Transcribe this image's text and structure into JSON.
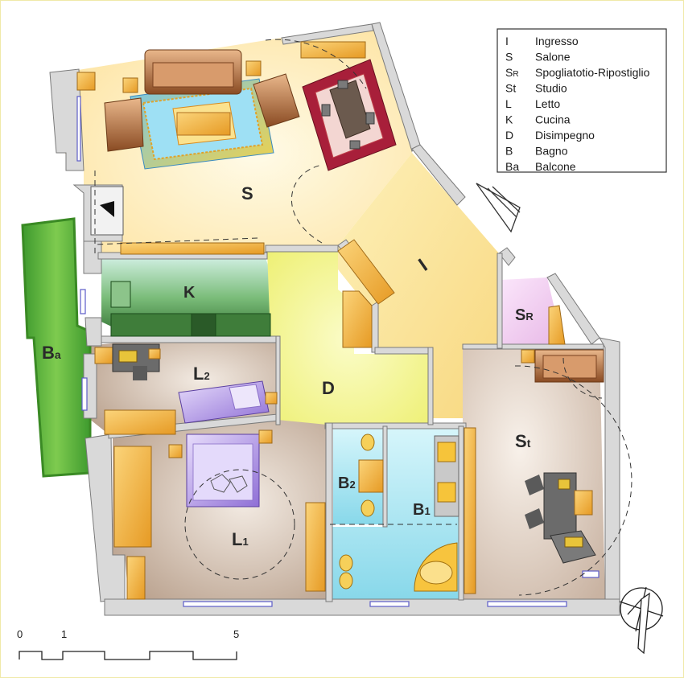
{
  "rooms": {
    "S": "S",
    "K": "K",
    "I": "I",
    "SR_main": "S",
    "SR_sub": "R",
    "L2_main": "L",
    "L2_sub": "2",
    "D": "D",
    "St_main": "S",
    "St_sub": "t",
    "B2_main": "B",
    "B2_sub": "2",
    "B1_main": "B",
    "B1_sub": "1",
    "L1_main": "L",
    "L1_sub": "1",
    "Ba_main": "B",
    "Ba_sub": "a"
  },
  "legend": [
    {
      "code": "I",
      "code_sub": "",
      "name": "Ingresso"
    },
    {
      "code": "S",
      "code_sub": "",
      "name": "Salone"
    },
    {
      "code": "S",
      "code_sub": "R",
      "name": "Spogliatotio-Ripostiglio"
    },
    {
      "code": "St",
      "code_sub": "",
      "name": "Studio"
    },
    {
      "code": "L",
      "code_sub": "",
      "name": "Letto"
    },
    {
      "code": "K",
      "code_sub": "",
      "name": "Cucina"
    },
    {
      "code": "D",
      "code_sub": "",
      "name": "Disimpegno"
    },
    {
      "code": "B",
      "code_sub": "",
      "name": "Bagno"
    },
    {
      "code": "Ba",
      "code_sub": "",
      "name": "Balcone"
    }
  ],
  "scale": {
    "t0": "0",
    "t1": "1",
    "t5": "5"
  },
  "colors": {
    "salone": "#fde9a8",
    "ingresso": "#fbe28e",
    "disimpegno": "#f4f48a",
    "cucina": "#3f7d3a",
    "balcone": "#5fb53a",
    "letto": "#d9c7b5",
    "bagno": "#a6e6f2",
    "studio": "#e6d8c8",
    "spogliatoio": "#f3cff0",
    "wall": "#dedede",
    "furniture": "#f4b43a"
  }
}
